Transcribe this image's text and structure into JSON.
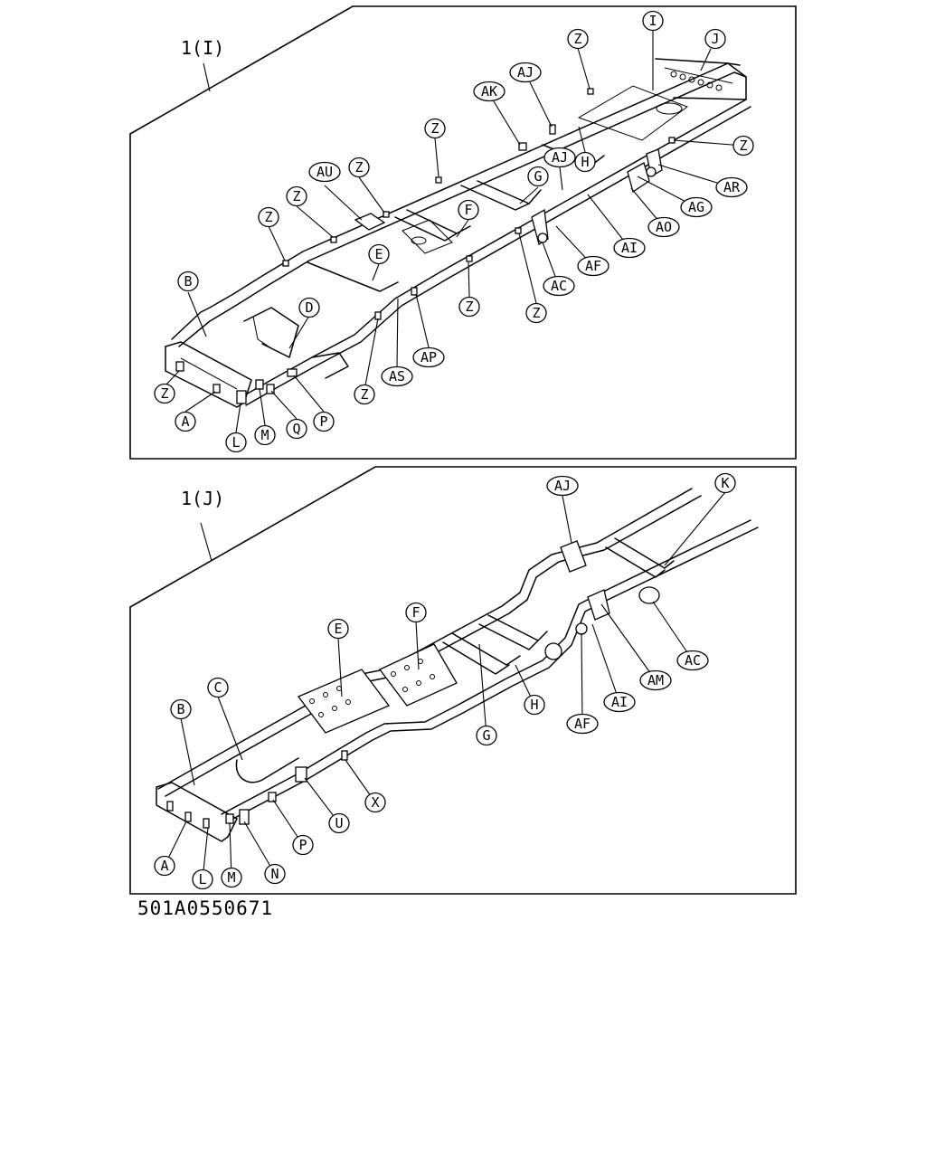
{
  "panels": [
    {
      "id": "I",
      "ref": "1(I)",
      "callouts": [
        {
          "label": "Z"
        },
        {
          "label": "I"
        },
        {
          "label": "J"
        },
        {
          "label": "AJ"
        },
        {
          "label": "AK"
        },
        {
          "label": "Z"
        },
        {
          "label": "Z"
        },
        {
          "label": "H"
        },
        {
          "label": "AJ"
        },
        {
          "label": "G"
        },
        {
          "label": "AR"
        },
        {
          "label": "AU"
        },
        {
          "label": "Z"
        },
        {
          "label": "AG"
        },
        {
          "label": "Z"
        },
        {
          "label": "F"
        },
        {
          "label": "AO"
        },
        {
          "label": "Z"
        },
        {
          "label": "AI"
        },
        {
          "label": "E"
        },
        {
          "label": "AF"
        },
        {
          "label": "B"
        },
        {
          "label": "AC"
        },
        {
          "label": "D"
        },
        {
          "label": "Z"
        },
        {
          "label": "Z"
        },
        {
          "label": "Z"
        },
        {
          "label": "AP"
        },
        {
          "label": "AS"
        },
        {
          "label": "Z"
        },
        {
          "label": "A"
        },
        {
          "label": "P"
        },
        {
          "label": "Q"
        },
        {
          "label": "M"
        },
        {
          "label": "L"
        }
      ]
    },
    {
      "id": "J",
      "ref": "1(J)",
      "callouts": [
        {
          "label": "AJ"
        },
        {
          "label": "K"
        },
        {
          "label": "E"
        },
        {
          "label": "F"
        },
        {
          "label": "AC"
        },
        {
          "label": "C"
        },
        {
          "label": "AM"
        },
        {
          "label": "B"
        },
        {
          "label": "AI"
        },
        {
          "label": "H"
        },
        {
          "label": "AF"
        },
        {
          "label": "G"
        },
        {
          "label": "X"
        },
        {
          "label": "U"
        },
        {
          "label": "P"
        },
        {
          "label": "A"
        },
        {
          "label": "N"
        },
        {
          "label": "M"
        },
        {
          "label": "L"
        }
      ]
    }
  ],
  "drawing_number": "501A0550671"
}
